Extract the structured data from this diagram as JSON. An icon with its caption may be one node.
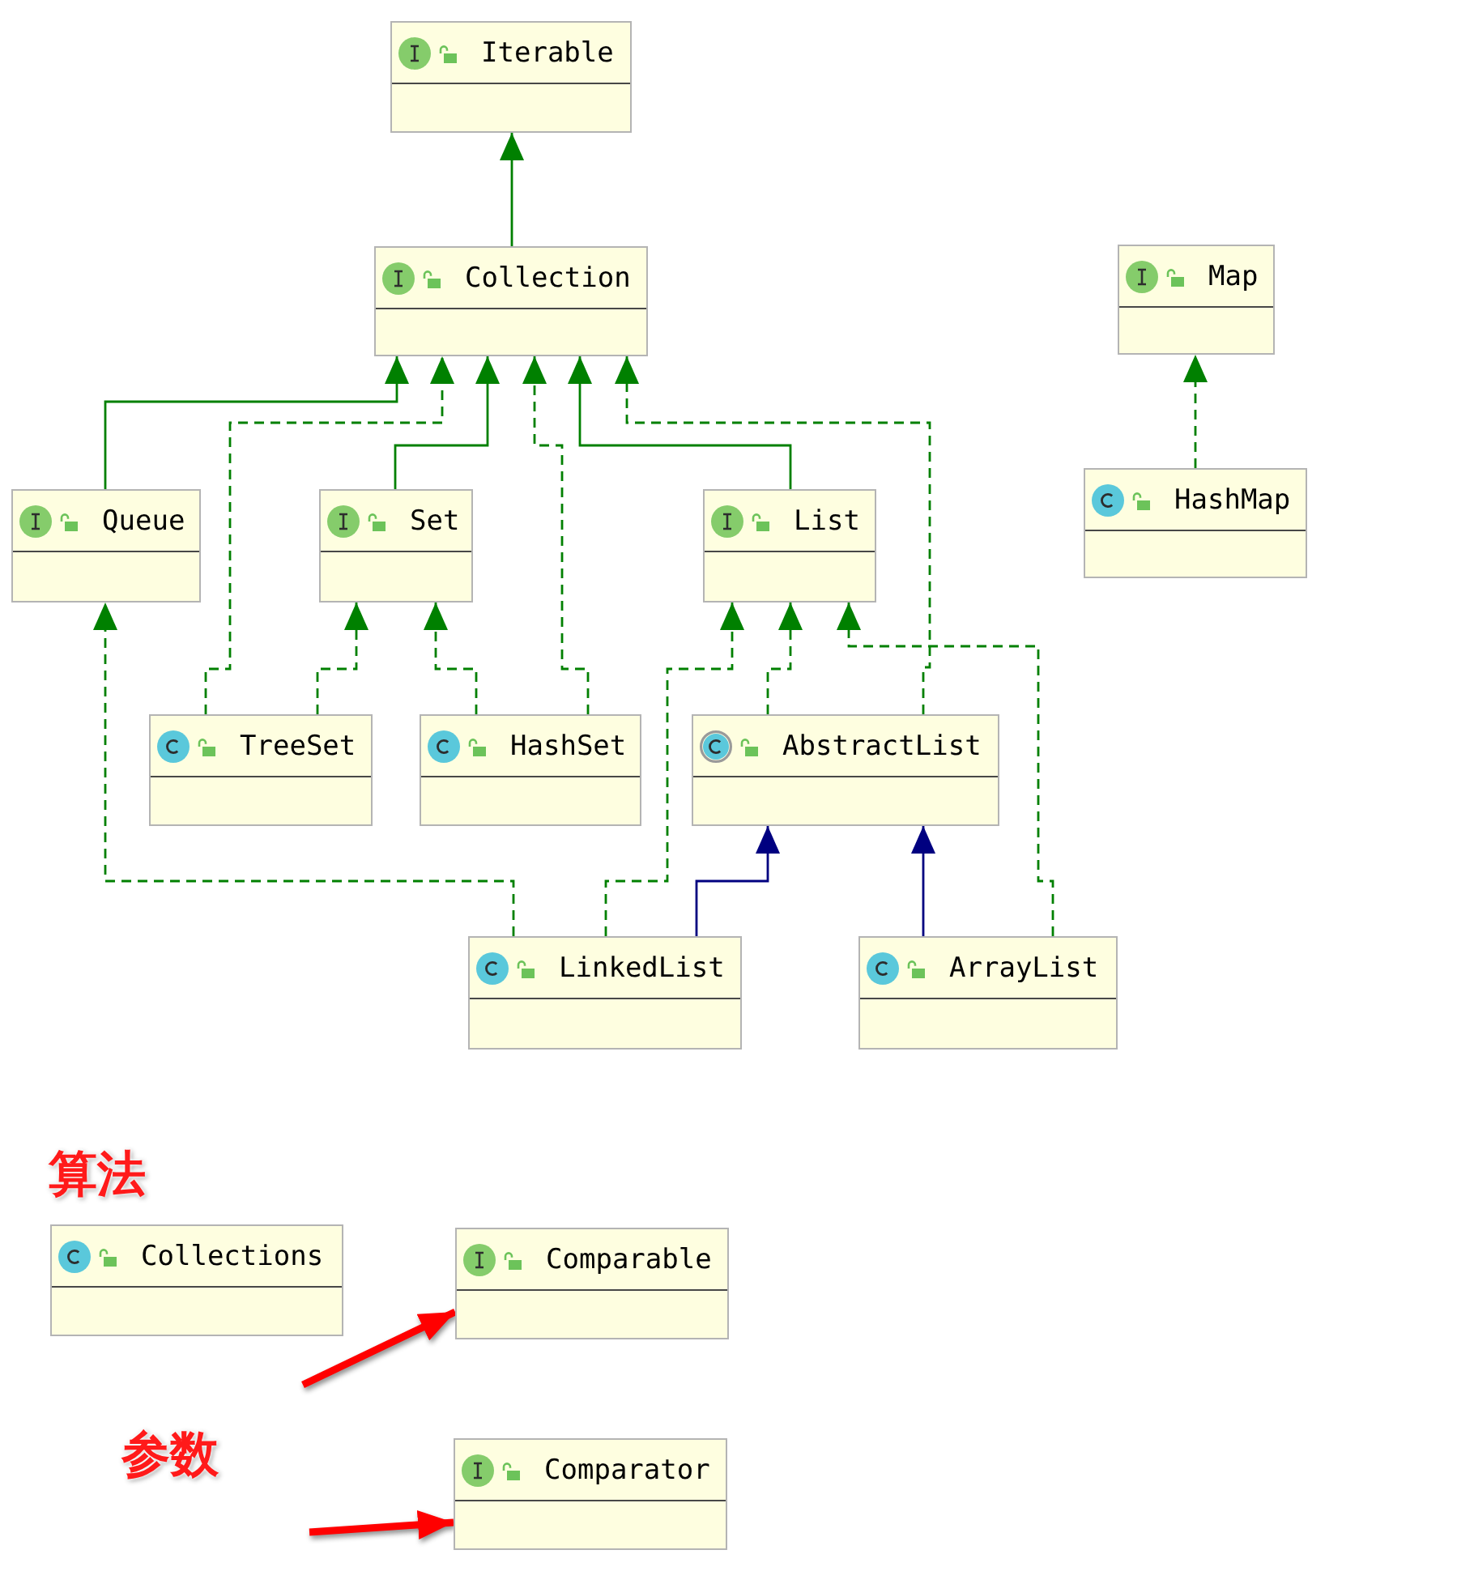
{
  "diagram": {
    "nodes": [
      {
        "text": [
          "Iterable"
        ]
      },
      {
        "text": [
          "Collection"
        ]
      },
      {
        "text": [
          "Map"
        ]
      },
      {
        "text": [
          "Queue"
        ]
      },
      {
        "text": [
          "Set"
        ]
      },
      {
        "text": [
          "List"
        ]
      },
      {
        "text": [
          "HashMap"
        ]
      },
      {
        "text": [
          "TreeSet"
        ]
      },
      {
        "text": [
          "HashSet"
        ]
      },
      {
        "text": [
          "AbstractList"
        ]
      },
      {
        "text": [
          "LinkedList"
        ]
      },
      {
        "text": [
          "ArrayList"
        ]
      },
      {
        "text": [
          "Collections"
        ],
        "beside": [
          "算法"
        ]
      },
      {
        "text": [
          "Comparable"
        ]
      },
      {
        "text": [
          "Comparator"
        ]
      }
    ],
    "edges": [
      {
        "from": 1,
        "to": 0,
        "arrow": "to"
      },
      {
        "from": 3,
        "to": 1,
        "arrow": "to"
      },
      {
        "from": 7,
        "to": 1,
        "arrow": "to",
        "style": "dashed"
      },
      {
        "from": 4,
        "to": 1,
        "arrow": "to"
      },
      {
        "from": 8,
        "to": 1,
        "arrow": "to",
        "style": "dashed"
      },
      {
        "from": 5,
        "to": 1,
        "arrow": "to"
      },
      {
        "from": 9,
        "to": 1,
        "arrow": "to",
        "style": "dashed"
      },
      {
        "from": 6,
        "to": 2,
        "arrow": "to",
        "style": "dashed"
      },
      {
        "from": 7,
        "to": 4,
        "arrow": "to",
        "style": "dashed"
      },
      {
        "from": 8,
        "to": 4,
        "arrow": "to",
        "style": "dashed"
      },
      {
        "from": 10,
        "to": 3,
        "arrow": "to",
        "style": "dashed"
      },
      {
        "from": 10,
        "to": 5,
        "arrow": "to",
        "style": "dashed"
      },
      {
        "from": 9,
        "to": 5,
        "arrow": "to",
        "style": "dashed"
      },
      {
        "from": 11,
        "to": 5,
        "arrow": "to",
        "style": "dashed"
      },
      {
        "from": 10,
        "to": 9,
        "arrow": "to",
        "color": "#000080"
      },
      {
        "from": 11,
        "to": 9,
        "arrow": "to",
        "color": "#000080"
      },
      {
        "from": null,
        "to": 13,
        "arrow": "to",
        "style": "thick",
        "color": "#ff0000"
      },
      {
        "from": null,
        "to": 14,
        "arrow": "to",
        "style": "thick",
        "color": "#ff0000"
      }
    ],
    "labels": [
      "参数"
    ]
  }
}
